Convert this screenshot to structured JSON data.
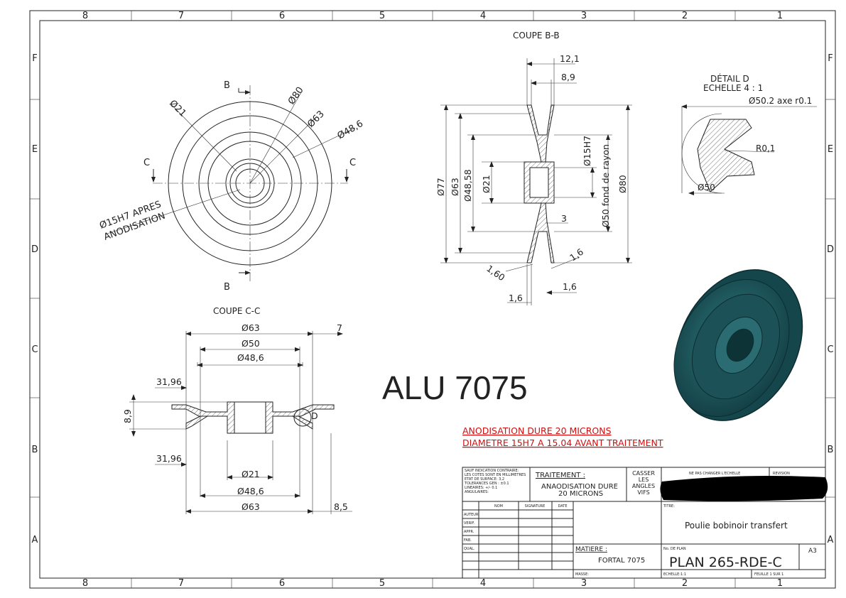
{
  "border": {
    "cols": [
      "8",
      "7",
      "6",
      "5",
      "4",
      "3",
      "2",
      "1"
    ],
    "rows": [
      "F",
      "E",
      "D",
      "C",
      "B",
      "A"
    ]
  },
  "views": {
    "front": {
      "label_b_top": "B",
      "label_b_bottom": "B",
      "label_c_left": "C",
      "label_c_right": "C",
      "d21": "Ø21",
      "d80": "Ø80",
      "d63": "Ø63",
      "d486": "Ø48,6",
      "bore_note_1": "Ø15H7 APRES",
      "bore_note_2": "ANODISATION"
    },
    "section_bb": {
      "title": "COUPE B-B",
      "w121": "12,1",
      "w89": "8,9",
      "d77": "Ø77",
      "d63": "Ø63",
      "d4858": "Ø48,58",
      "d21": "Ø21",
      "d15h7": "Ø15H7",
      "d50": "Ø50 fond de rayon",
      "d80": "Ø80",
      "w3": "3",
      "r16a": "1,6",
      "r160": "1,60",
      "r16b": "1,6",
      "r16c": "1,6"
    },
    "detail_d": {
      "title_1": "DÉTAIL D",
      "title_2": "ECHELLE 4 : 1",
      "d502": "Ø50.2 axe r0.1",
      "r01": "R0,1",
      "d50": "Ø50"
    },
    "section_cc": {
      "title": "COUPE C-C",
      "d63_top": "Ø63",
      "d50": "Ø50",
      "d486_top": "Ø48,6",
      "w7": "7",
      "w3196_top": "31,96",
      "h89": "8,9",
      "label_d": "D",
      "w3196_bot": "31,96",
      "d21": "Ø21",
      "d486_bot": "Ø48,6",
      "d63_bot": "Ø63",
      "w85": "8,5"
    }
  },
  "material_big": "ALU 7075",
  "notes": {
    "line1": "ANODISATION DURE 20 MICRONS",
    "line2": "DIAMETRE 15H7 A 15.04 AVANT TRAITEMENT"
  },
  "title_block": {
    "sauf": [
      "SAUF INDICATION CONTRAIRE:",
      "LES COTES SONT EN MILLIMETRES",
      "ETAT DE SURFACE: 3,2",
      "TOLERANCES  GEN : ±0.1",
      "LINEAIRES: +/- 0.1",
      "ANGULAIRES:"
    ],
    "traitement_label": "TRAITEMENT :",
    "traitement_value_1": "ANAODISATION DURE",
    "traitement_value_2": "20 MICRONS",
    "casser_1": "CASSER",
    "casser_2": "LES",
    "casser_3": "ANGLES",
    "casser_4": "VIFS",
    "no_scale": "NE PAS CHANGER L'ECHELLE",
    "revision": "REVISION",
    "col_nom": "NOM",
    "col_signature": "SIGNATURE",
    "col_date": "DATE",
    "rows": [
      "AUTEUR",
      "VERIF.",
      "APPR.",
      "FAB.",
      "QUAL."
    ],
    "titre_label": "TITRE:",
    "titre_value": "Poulie bobinoir transfert",
    "matiere_label": "MATIERE :",
    "matiere_value": "FORTAL 7075",
    "plan_label": "No. DE PLAN",
    "plan_value": "PLAN 265-RDE-C",
    "format": "A3",
    "masse": "MASSE:",
    "echelle": "ECHELLE:1:1",
    "feuille": "FEUILLE 1 SUR 1"
  },
  "colors": {
    "line": "#222222",
    "note_red": "#d01010",
    "pulley_3d": "#1f5a60",
    "redaction": "#000000"
  }
}
